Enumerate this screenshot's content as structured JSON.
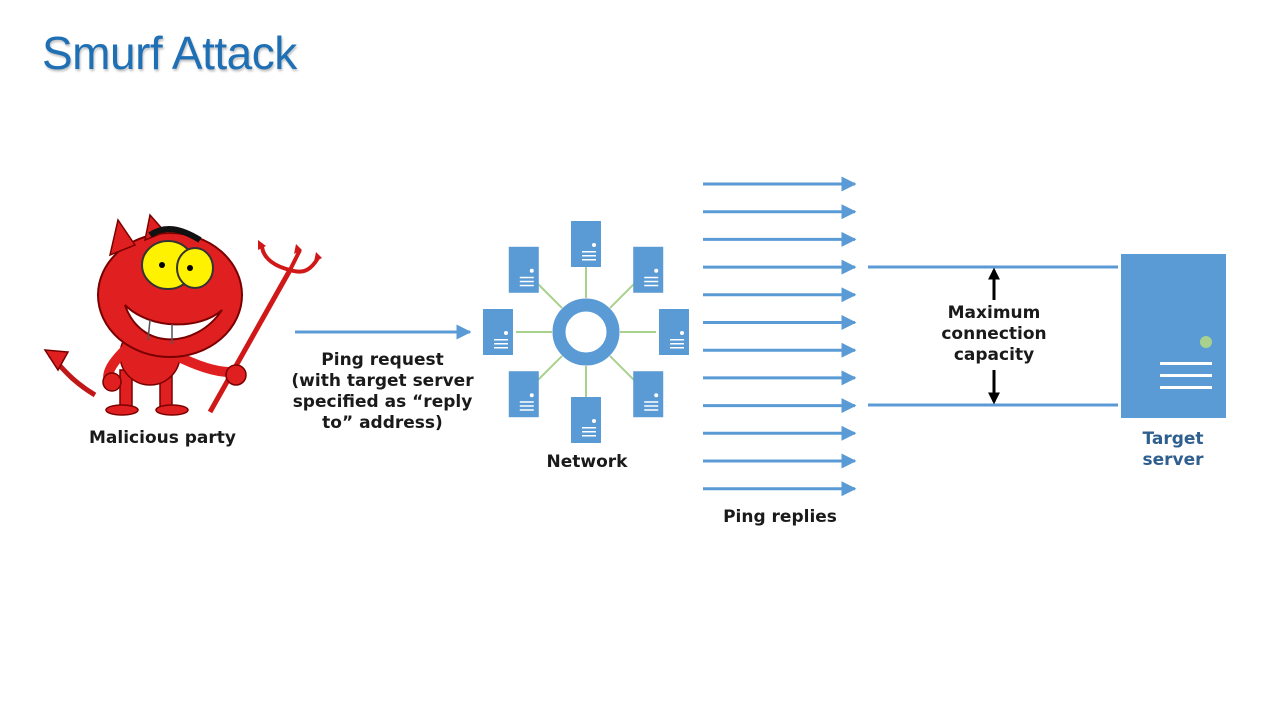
{
  "title": "Smurf Attack",
  "labels": {
    "malicious_party": "Malicious party",
    "ping_request": [
      "Ping request",
      "(with target server",
      "specified as “reply",
      "to” address)"
    ],
    "network": "Network",
    "ping_replies": "Ping replies",
    "max_capacity": [
      "Maximum",
      "connection",
      "capacity"
    ],
    "target_server": [
      "Target",
      "server"
    ]
  },
  "diagram": {
    "network_node_count": 8,
    "ping_reply_arrow_count": 12,
    "colors": {
      "accent_blue": "#5b9bd5",
      "title_blue": "#1f6fb5",
      "link_green": "#a9d18e",
      "status_led_green": "#a9d18e",
      "devil_red": "#e02020"
    }
  }
}
